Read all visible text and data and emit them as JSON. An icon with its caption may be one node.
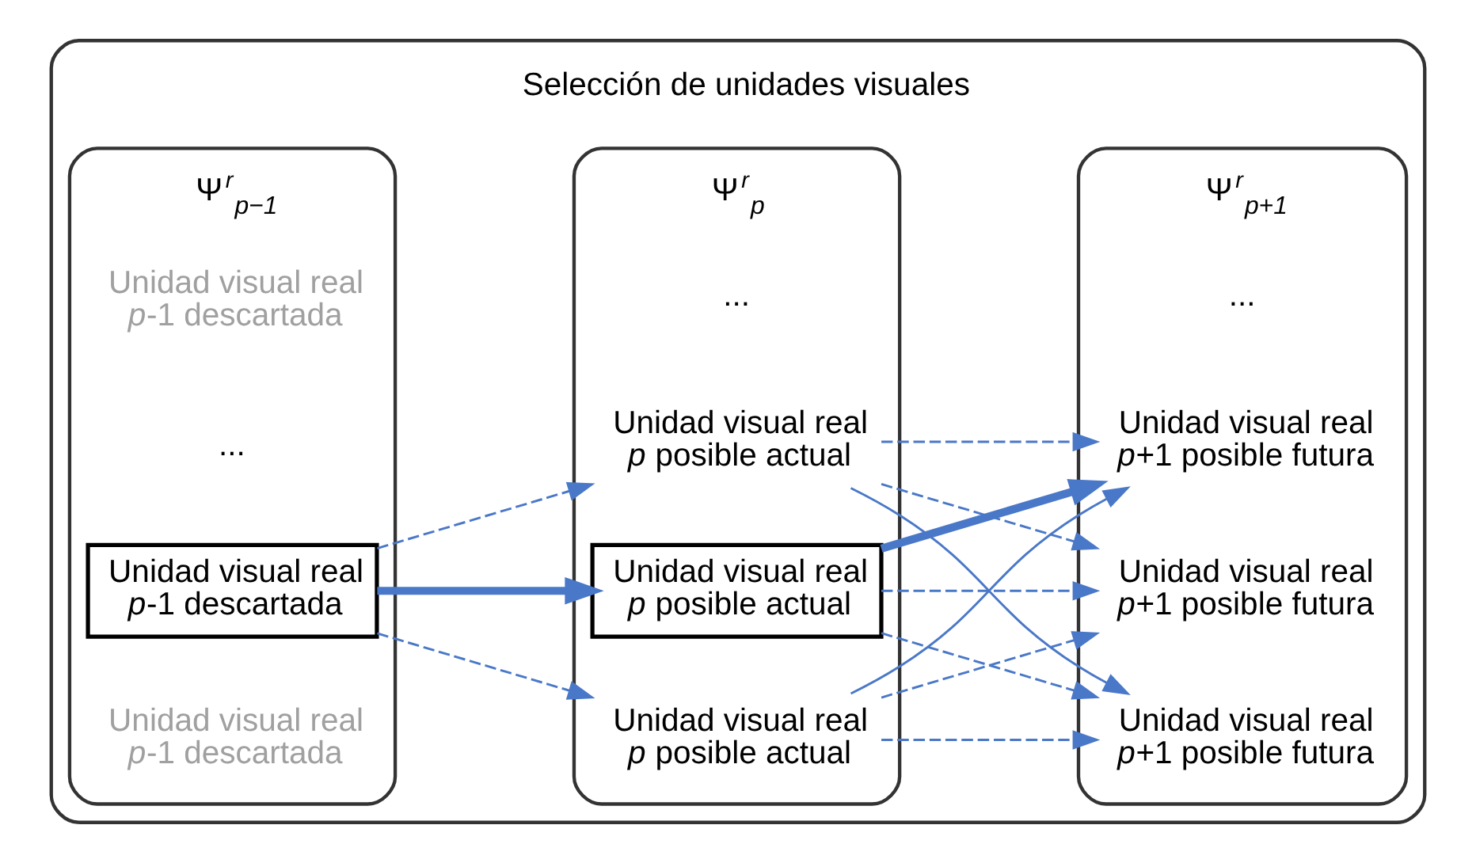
{
  "diagram": {
    "nodes": [
      {
        "text": [
          "Selección de unidades visuales"
        ]
      },
      {
        "text": [
          "Ψ$^{r}$$_{p−1}$"
        ],
        "in": 0
      },
      {
        "text": [
          "Ψ$^{r}$$_{p}$"
        ],
        "in": 0
      },
      {
        "text": [
          "Ψ$^{r}$$_{p+1}$"
        ],
        "in": 0
      },
      {
        "text": [
          "Unidad visual real *p*-1 descartada"
        ],
        "in": 1
      },
      {
        "text": [
          "Unidad visual real *p*-1 descartada"
        ],
        "in": 1
      },
      {
        "text": [
          "..."
        ],
        "in": 1
      },
      {
        "text": [
          "Unidad visual real *p*-1 descartada"
        ],
        "in": 1
      },
      {
        "text": [
          "Unidad visual real *p* posible actual"
        ],
        "in": 2
      },
      {
        "text": [
          "Unidad visual real *p* posible actual"
        ],
        "in": 2
      },
      {
        "text": [
          "..."
        ],
        "in": 2
      },
      {
        "text": [
          "Unidad visual real *p* posible actual"
        ],
        "in": 2
      },
      {
        "text": [
          "Unidad visual real *p*+1 posible futura"
        ],
        "in": 3
      },
      {
        "text": [
          "Unidad visual real *p*+1 posible futura"
        ],
        "in": 3
      },
      {
        "text": [
          "..."
        ],
        "in": 3
      },
      {
        "text": [
          "Unidad visual real *p*+1 posible futura"
        ],
        "in": 3
      }
    ],
    "edges": [
      {
        "from": 5,
        "to": 8,
        "arrow": "to",
        "style": "dashed"
      },
      {
        "from": 5,
        "to": 9,
        "arrow": "to",
        "style": "dashed"
      },
      {
        "from": 5,
        "to": 11,
        "arrow": "to",
        "style": "thick"
      },
      {
        "from": 8,
        "to": 12,
        "arrow": "to"
      },
      {
        "from": 8,
        "to": 13,
        "arrow": "to",
        "style": "dashed"
      },
      {
        "from": 8,
        "to": 15,
        "arrow": "to",
        "style": "dashed"
      },
      {
        "from": 9,
        "to": 12,
        "arrow": "to",
        "style": "dashed"
      },
      {
        "from": 9,
        "to": 13,
        "arrow": "to",
        "style": "dashed"
      },
      {
        "from": 9,
        "to": 15,
        "arrow": "to"
      },
      {
        "from": 11,
        "to": 12,
        "arrow": "to",
        "style": "thick"
      },
      {
        "from": 11,
        "to": 13,
        "arrow": "to",
        "style": "dashed"
      },
      {
        "from": 11,
        "to": 15,
        "arrow": "to",
        "style": "dashed"
      }
    ]
  }
}
